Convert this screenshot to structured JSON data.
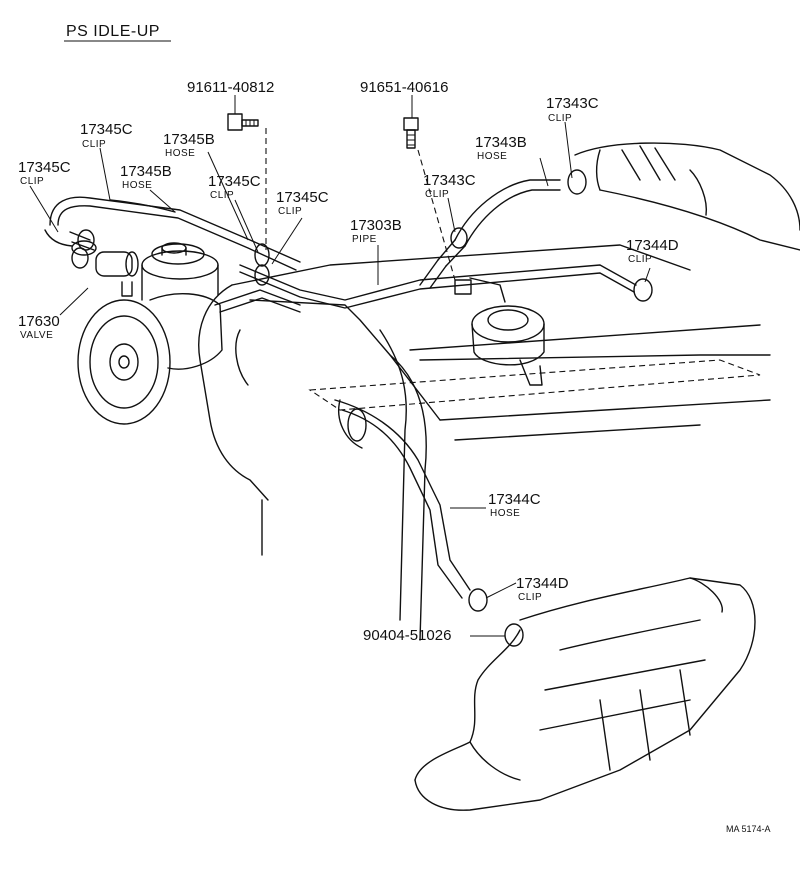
{
  "title": "PS IDLE-UP",
  "drawing_code": "MA 5174-A",
  "callouts": [
    {
      "id": "bolt-91611",
      "part": "91611-40812",
      "desc": ""
    },
    {
      "id": "bolt-91651",
      "part": "91651-40616",
      "desc": ""
    },
    {
      "id": "clip-17343c",
      "part": "17343C",
      "desc": "CLIP"
    },
    {
      "id": "hose-17343b",
      "part": "17343B",
      "desc": "HOSE"
    },
    {
      "id": "clip-17345c-a",
      "part": "17345C",
      "desc": "CLIP"
    },
    {
      "id": "hose-17345b-a",
      "part": "17345B",
      "desc": "HOSE"
    },
    {
      "id": "clip-17345c-b",
      "part": "17345C",
      "desc": "CLIP"
    },
    {
      "id": "hose-17345b-b",
      "part": "17345B",
      "desc": "HOSE"
    },
    {
      "id": "clip-17345c-c",
      "part": "17345C",
      "desc": "CLIP"
    },
    {
      "id": "clip-17345c-d",
      "part": "17345C",
      "desc": "CLIP"
    },
    {
      "id": "clip-17343c-b",
      "part": "17343C",
      "desc": "CLIP"
    },
    {
      "id": "pipe-17303b",
      "part": "17303B",
      "desc": "PIPE"
    },
    {
      "id": "clip-17344d-a",
      "part": "17344D",
      "desc": "CLIP"
    },
    {
      "id": "valve-17630",
      "part": "17630",
      "desc": "VALVE"
    },
    {
      "id": "hose-17344c",
      "part": "17344C",
      "desc": "HOSE"
    },
    {
      "id": "clip-17344d-b",
      "part": "17344D",
      "desc": "CLIP"
    },
    {
      "id": "union-90404",
      "part": "90404-51026",
      "desc": ""
    }
  ]
}
